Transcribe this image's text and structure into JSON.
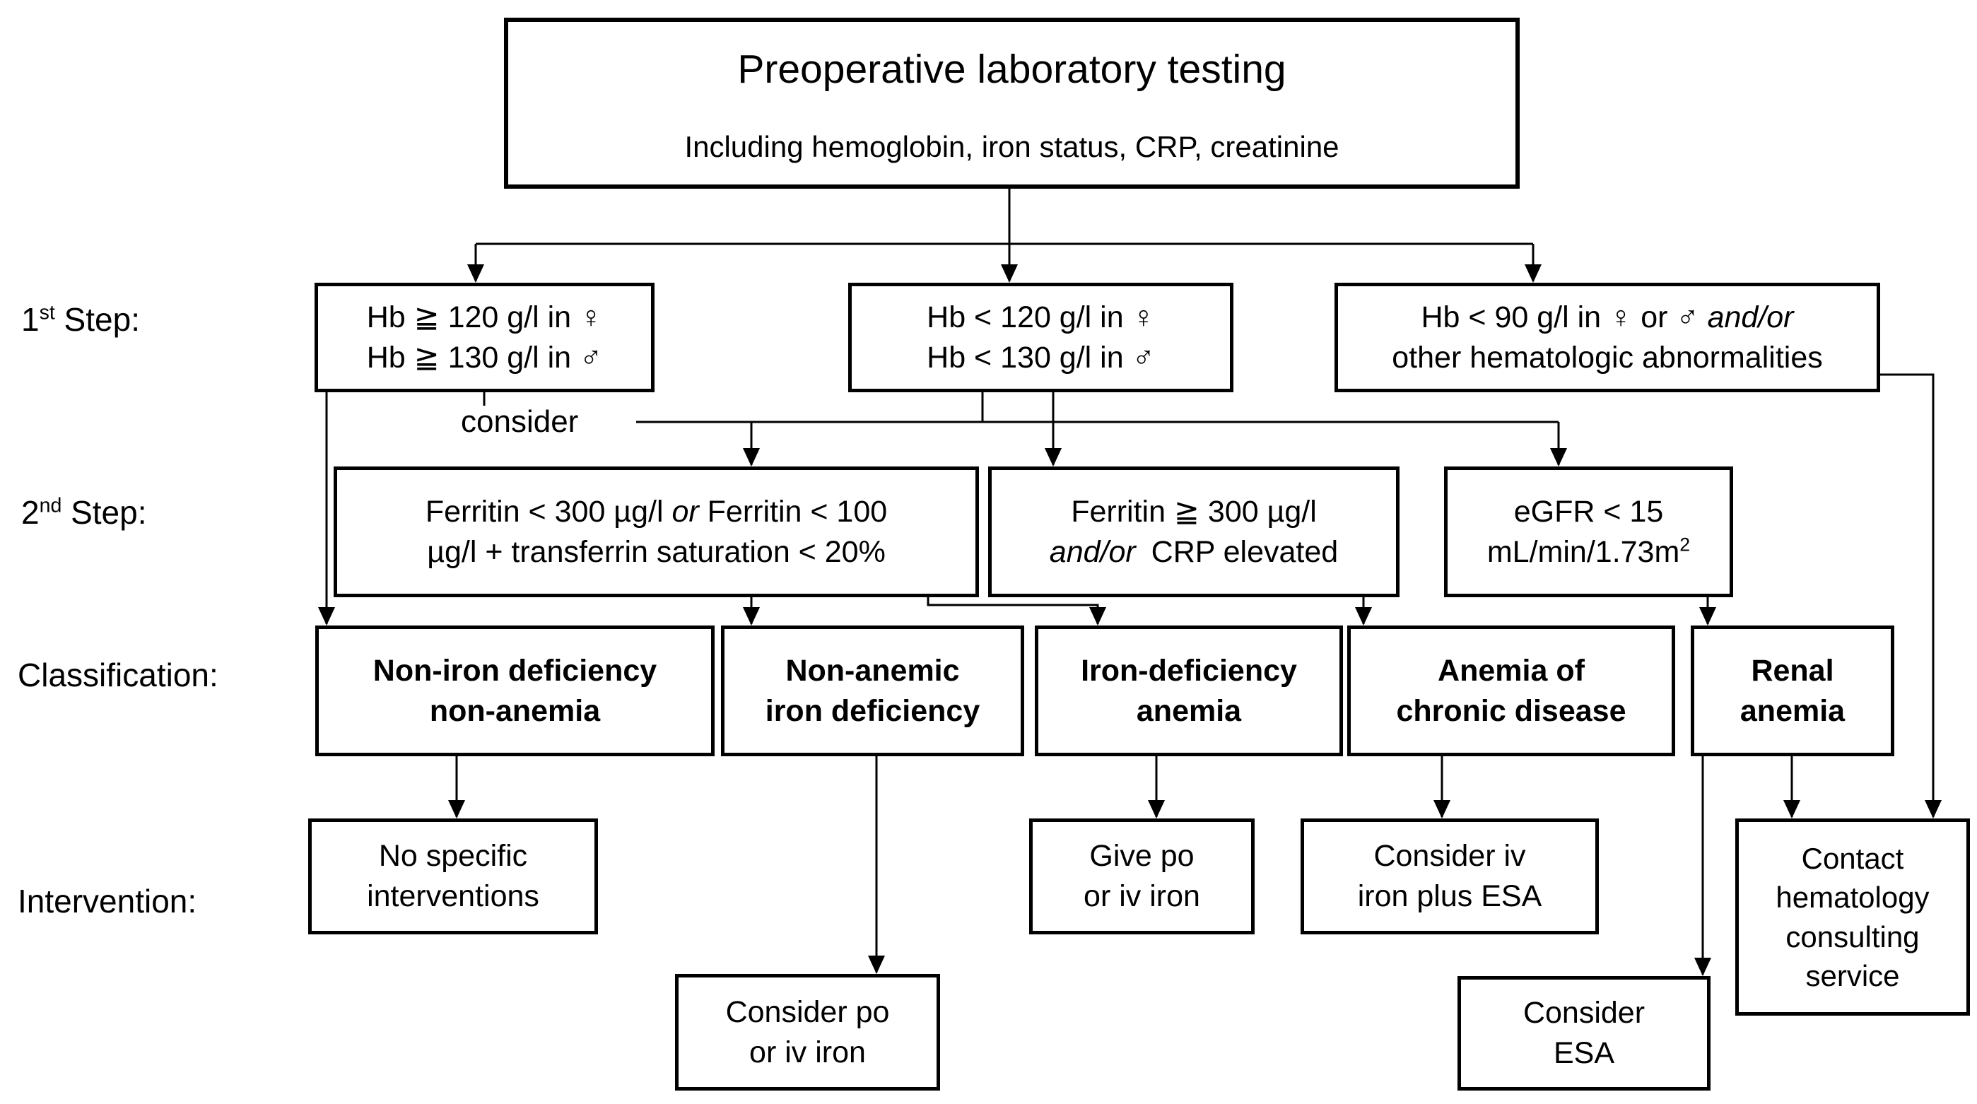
{
  "colors": {
    "border": "#000000",
    "background": "#ffffff",
    "text": "#000000"
  },
  "title_box": {
    "title": "Preoperative laboratory testing",
    "subtitle": "Including hemoglobin, iron status, CRP, creatinine"
  },
  "labels": {
    "step1_num": "1",
    "step1_sup": "st",
    "step1_rest": " Step:",
    "step2_num": "2",
    "step2_sup": "nd",
    "step2_rest": " Step:",
    "classification": "Classification:",
    "intervention": "Intervention:",
    "consider": "consider"
  },
  "step1": {
    "hb_normal": {
      "line1": "Hb ≧ 120 g/l in ♀",
      "line2": "Hb ≧ 130 g/l in ♂"
    },
    "hb_low": {
      "line1": "Hb < 120 g/l in ♀",
      "line2": "Hb < 130 g/l in ♂"
    },
    "hb_very_low": {
      "line1_text": "Hb < 90 g/l in ♀ or ♂ ",
      "line1_italic": "and/or",
      "line2": "other hematologic abnormalities"
    }
  },
  "step2": {
    "ferritin_low": {
      "l1a": "Ferritin < 300 µg/l ",
      "l1_italic": "or",
      "l1b": " Ferritin < 100",
      "l2": "µg/l + transferrin saturation < 20%"
    },
    "ferritin_high": {
      "l1": "Ferritin ≧ 300 µg/l",
      "l2_italic": "and/or",
      "l2_rest": " CRP elevated"
    },
    "egfr": {
      "l1": "eGFR < 15",
      "l2_base": "mL/min/1.73m",
      "l2_sup": "2"
    }
  },
  "classification": {
    "non_iron_non_anemia": "Non-iron deficiency\nnon-anemia",
    "non_anemic_iron_def": "Non-anemic\niron deficiency",
    "iron_def_anemia": "Iron-deficiency\nanemia",
    "chronic_disease": "Anemia of\nchronic disease",
    "renal": "Renal\nanemia"
  },
  "intervention": {
    "none": "No specific\ninterventions",
    "consider_po_iv": "Consider po\nor iv iron",
    "give_po_iv": "Give po\nor iv iron",
    "iv_plus_esa": "Consider iv\niron plus ESA",
    "consider_esa": "Consider\nESA",
    "contact_hematology": "Contact\nhematology\nconsulting\nservice"
  }
}
